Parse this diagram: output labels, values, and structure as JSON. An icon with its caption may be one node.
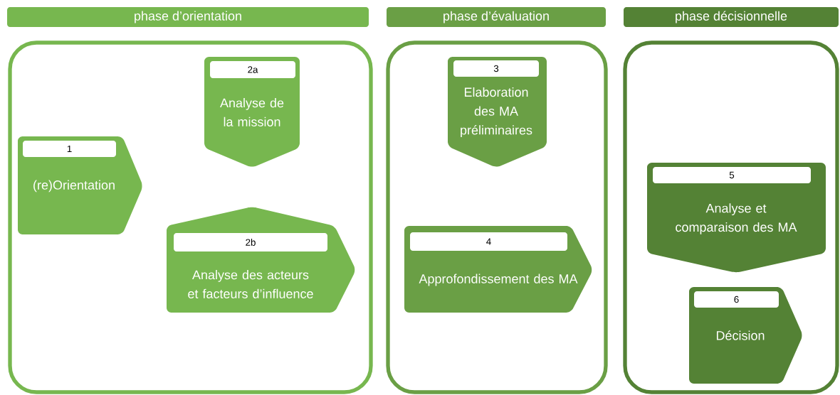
{
  "diagram": {
    "nodes": [
      {
        "text": [
          "phase d’orientation"
        ]
      },
      {
        "text": [
          "1",
          "(re)Orientation"
        ],
        "in": 0
      },
      {
        "text": [
          "2a",
          "Analyse de la mission"
        ],
        "in": 0
      },
      {
        "text": [
          "2b",
          "Analyse des acteurs et facteurs d’influence"
        ],
        "in": 0
      },
      {
        "text": [
          "phase d’évaluation"
        ]
      },
      {
        "text": [
          "3",
          "Elaboration des MA préliminaires"
        ],
        "in": 4
      },
      {
        "text": [
          "4",
          "Approfondissement des MA"
        ],
        "in": 4
      },
      {
        "text": [
          "phase décisionnelle"
        ]
      },
      {
        "text": [
          "5",
          "Analyse et comparaison des MA"
        ],
        "in": 7
      },
      {
        "text": [
          "6",
          "Décision"
        ],
        "in": 7
      }
    ]
  }
}
